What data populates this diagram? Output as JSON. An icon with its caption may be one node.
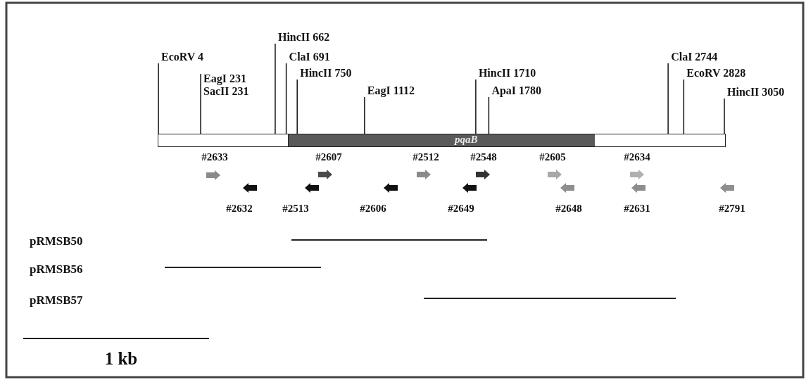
{
  "diagram": {
    "nodes": [
      {
        "text": [
          "EcoRV 4"
        ]
      },
      {
        "text": [
          "HincII 662"
        ]
      },
      {
        "text": [
          "ClaI 691"
        ]
      },
      {
        "text": [
          "EagI 231",
          "SacII 231"
        ]
      },
      {
        "text": [
          "HincII 750"
        ]
      },
      {
        "text": [
          "EagI 1112"
        ]
      },
      {
        "text": [
          "HincII 1710"
        ]
      },
      {
        "text": [
          "ApaI 1780"
        ]
      },
      {
        "text": [
          "ClaI 2744"
        ]
      },
      {
        "text": [
          "EcoRV 2828"
        ]
      },
      {
        "text": [
          "HincII 3050"
        ]
      },
      {
        "text": [],
        "shape": "box"
      },
      {
        "text": [
          "pqaB"
        ]
      },
      {
        "text": [],
        "shape": "box"
      }
    ],
    "edges": [
      {
        "from": 0,
        "to": 11,
        "arrow": "none"
      },
      {
        "from": 1,
        "to": 11,
        "arrow": "none"
      },
      {
        "from": 2,
        "to": 11,
        "arrow": "none"
      },
      {
        "from": 3,
        "to": 11,
        "arrow": "none"
      },
      {
        "from": 4,
        "to": 12,
        "arrow": "none"
      },
      {
        "from": 5,
        "to": 12,
        "arrow": "none"
      },
      {
        "from": 6,
        "to": 12,
        "arrow": "none"
      },
      {
        "from": 7,
        "to": 12,
        "arrow": "none"
      },
      {
        "from": 8,
        "to": 13,
        "arrow": "none"
      },
      {
        "from": 9,
        "to": 13,
        "arrow": "none"
      },
      {
        "from": 10,
        "to": 13,
        "arrow": "none"
      }
    ],
    "labels": [
      "#2633",
      "#2607",
      "#2512",
      "#2548",
      "#2605",
      "#2634",
      "#2632",
      "#2513",
      "#2606",
      "#2649",
      "#2648",
      "#2631",
      "#2791",
      "pRMSB50",
      "pRMSB56",
      "pRMSB57",
      "1 kb"
    ]
  }
}
